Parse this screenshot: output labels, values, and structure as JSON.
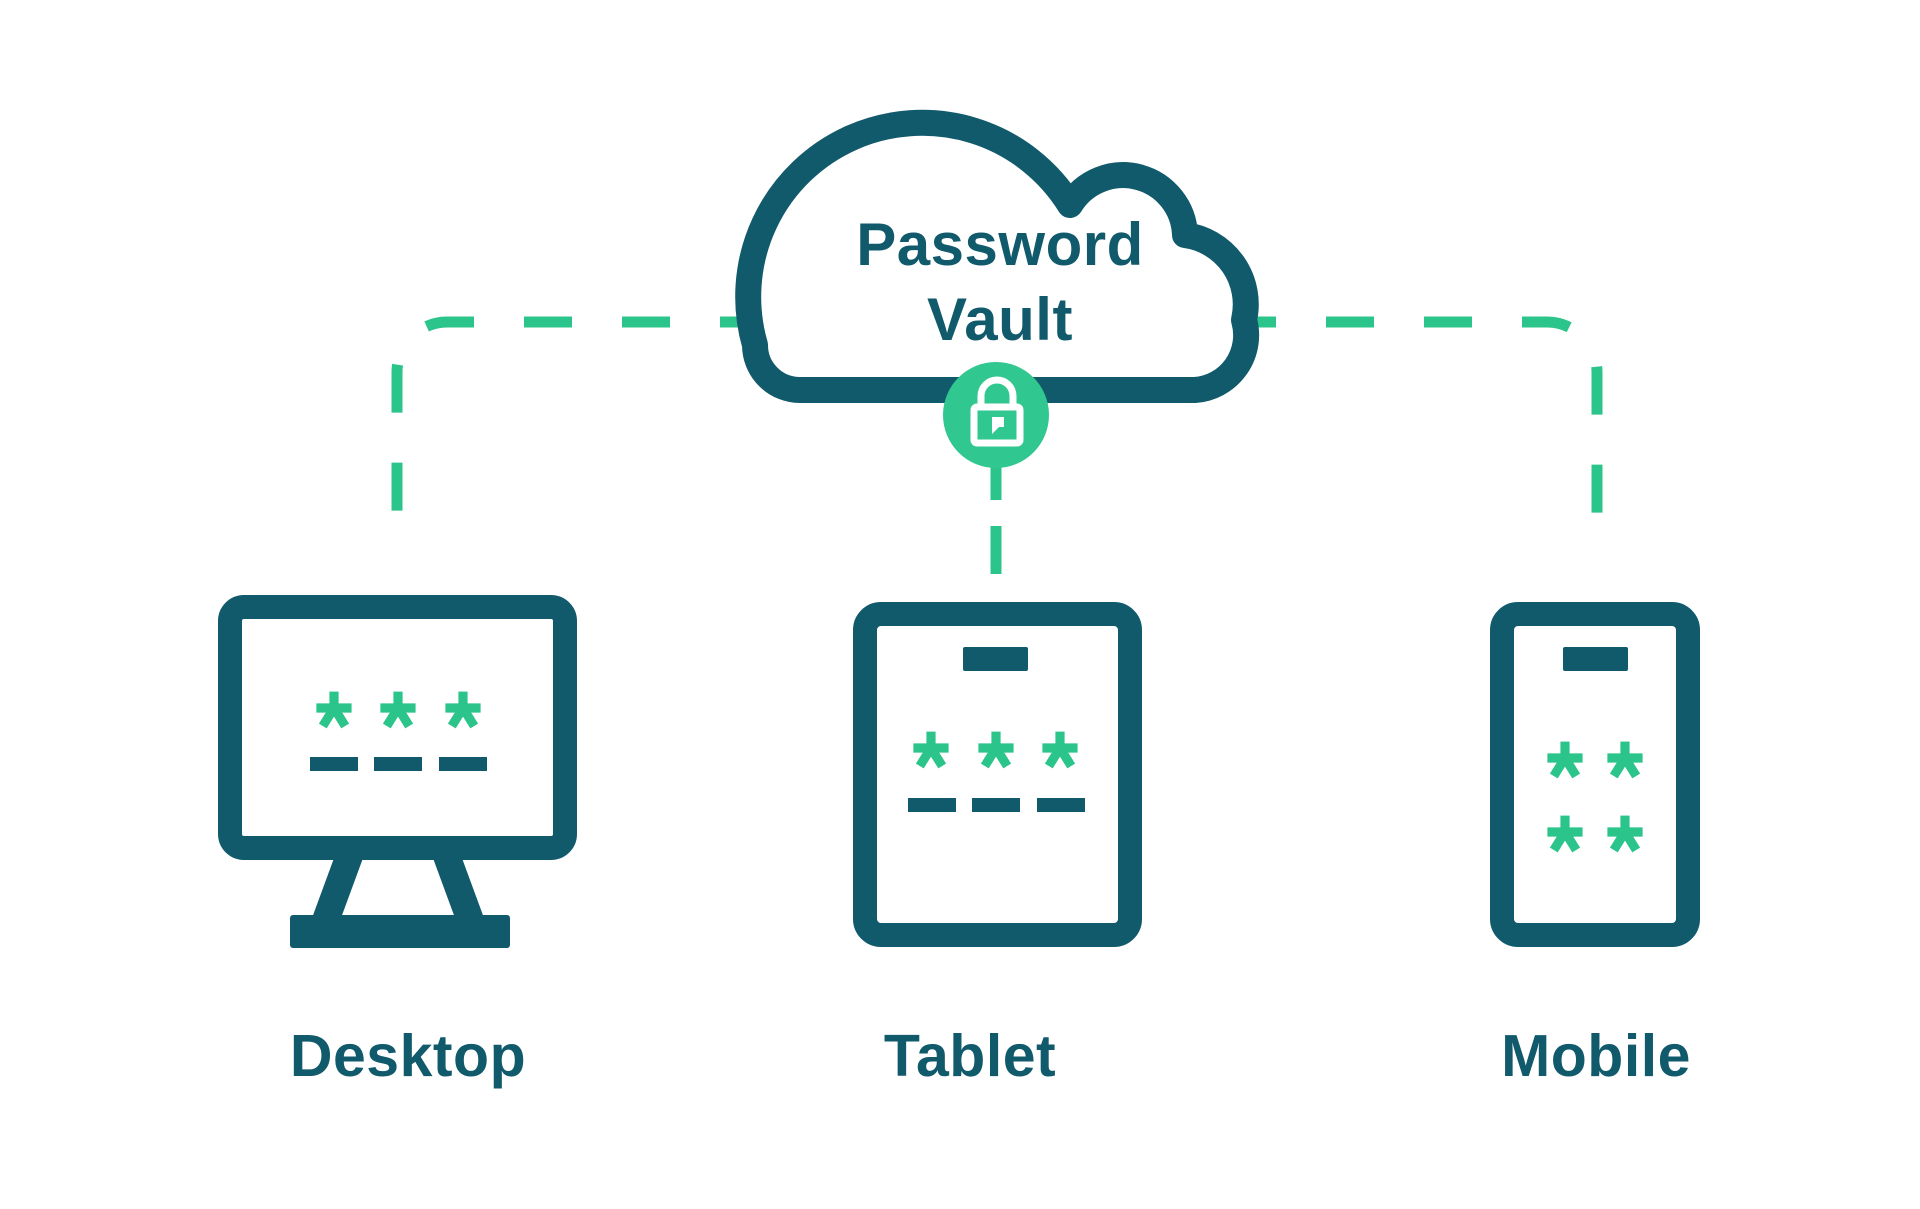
{
  "diagram": {
    "title": "Password Vault",
    "cloud": {
      "title_line1": "Password",
      "title_line2": "Vault",
      "badge_icon": "lock-icon"
    },
    "devices": [
      {
        "id": "desktop",
        "label": "Desktop",
        "masked_password": "***",
        "password_underline_count": 3,
        "icon": "monitor-icon"
      },
      {
        "id": "tablet",
        "label": "Tablet",
        "masked_password": "***",
        "password_underline_count": 3,
        "icon": "tablet-icon"
      },
      {
        "id": "mobile",
        "label": "Mobile",
        "masked_password": "****",
        "password_underline_count": 0,
        "icon": "smartphone-icon"
      }
    ],
    "connections": [
      {
        "from": "Password Vault",
        "to": "Desktop",
        "style": "dashed"
      },
      {
        "from": "Password Vault",
        "to": "Tablet",
        "style": "dashed"
      },
      {
        "from": "Password Vault",
        "to": "Mobile",
        "style": "dashed"
      }
    ]
  },
  "colors": {
    "teal": "#115A6C",
    "green": "#2BC48B",
    "lock-circle": "#31C790",
    "bg": "#FFFFFF"
  }
}
